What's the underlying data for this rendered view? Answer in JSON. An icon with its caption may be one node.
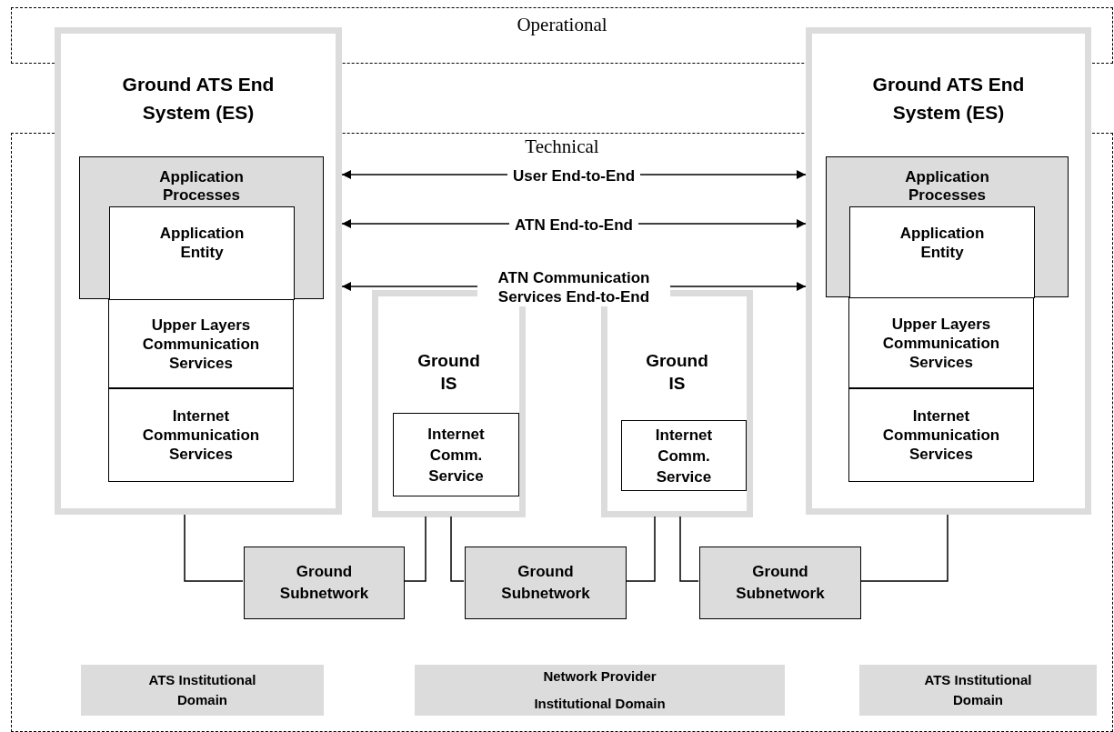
{
  "diagram": {
    "nodes": [
      {
        "text": [
          "Operational"
        ]
      },
      {
        "text": [
          "Technical"
        ]
      },
      {
        "text": [
          "Ground ATS End System (ES)"
        ]
      },
      {
        "text": [
          "Application Processes"
        ]
      },
      {
        "text": [
          "Application Entity"
        ],
        "in": 3
      },
      {
        "text": [
          "Upper Layers Communication Services"
        ]
      },
      {
        "text": [
          "Internet Communication Services"
        ]
      },
      {
        "text": [
          "Ground ATS End System (ES)"
        ]
      },
      {
        "text": [
          "Application Processes"
        ]
      },
      {
        "text": [
          "Application Entity"
        ],
        "in": 8
      },
      {
        "text": [
          "Upper Layers Communication Services"
        ]
      },
      {
        "text": [
          "Internet Communication Services"
        ]
      },
      {
        "text": [
          "Ground IS"
        ],
        "in": 1
      },
      {
        "text": [
          "Internet Comm. Service"
        ],
        "in": 12
      },
      {
        "text": [
          "Ground IS"
        ],
        "in": 1
      },
      {
        "text": [
          "Internet Comm. Service"
        ],
        "in": 14
      },
      {
        "text": [
          "Ground Subnetwork"
        ],
        "in": 1
      },
      {
        "text": [
          "Ground Subnetwork"
        ],
        "in": 1
      },
      {
        "text": [
          "Ground Subnetwork"
        ],
        "in": 1
      },
      {
        "text": [
          "ATS Institutional Domain"
        ],
        "in": 1
      },
      {
        "text": [
          "Network Provider Institutional Domain"
        ],
        "in": 1
      },
      {
        "text": [
          "ATS Institutional Domain"
        ],
        "in": 1
      }
    ],
    "edges": [
      {
        "from": 2,
        "to": 7,
        "arrow": "both",
        "label": "User End-to-End"
      },
      {
        "from": 2,
        "to": 7,
        "arrow": "both",
        "label": "ATN End-to-End"
      },
      {
        "from": 2,
        "to": 7,
        "arrow": "both",
        "label": "ATN Communication Services End-to-End"
      },
      {
        "from": 2,
        "to": 16,
        "arrow": "none"
      },
      {
        "from": 16,
        "to": 12,
        "arrow": "none"
      },
      {
        "from": 12,
        "to": 17,
        "arrow": "none"
      },
      {
        "from": 17,
        "to": 14,
        "arrow": "none"
      },
      {
        "from": 14,
        "to": 18,
        "arrow": "none"
      },
      {
        "from": 18,
        "to": 7,
        "arrow": "none"
      }
    ]
  }
}
